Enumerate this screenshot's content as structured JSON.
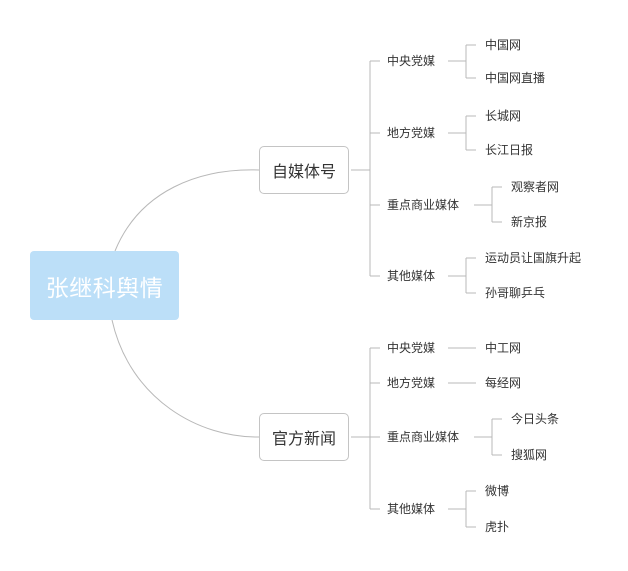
{
  "root": {
    "label": "张继科舆情",
    "color": "#bcdff8"
  },
  "branches": [
    {
      "label": "自媒体号",
      "groups": [
        {
          "label": "中央党媒",
          "items": [
            "中国网",
            "中国网直播"
          ]
        },
        {
          "label": "地方党媒",
          "items": [
            "长城网",
            "长江日报"
          ]
        },
        {
          "label": "重点商业媒体",
          "items": [
            "观察者网",
            "新京报"
          ]
        },
        {
          "label": "其他媒体",
          "items": [
            "运动员让国旗升起",
            "孙哥聊乒乓"
          ]
        }
      ]
    },
    {
      "label": "官方新闻",
      "groups": [
        {
          "label": "中央党媒",
          "items": [
            "中工网"
          ]
        },
        {
          "label": "地方党媒",
          "items": [
            "每经网"
          ]
        },
        {
          "label": "重点商业媒体",
          "items": [
            "今日头条",
            "搜狐网"
          ]
        },
        {
          "label": "其他媒体",
          "items": [
            "微博",
            "虎扑"
          ]
        }
      ]
    }
  ],
  "line_color": "#b8b8b8"
}
